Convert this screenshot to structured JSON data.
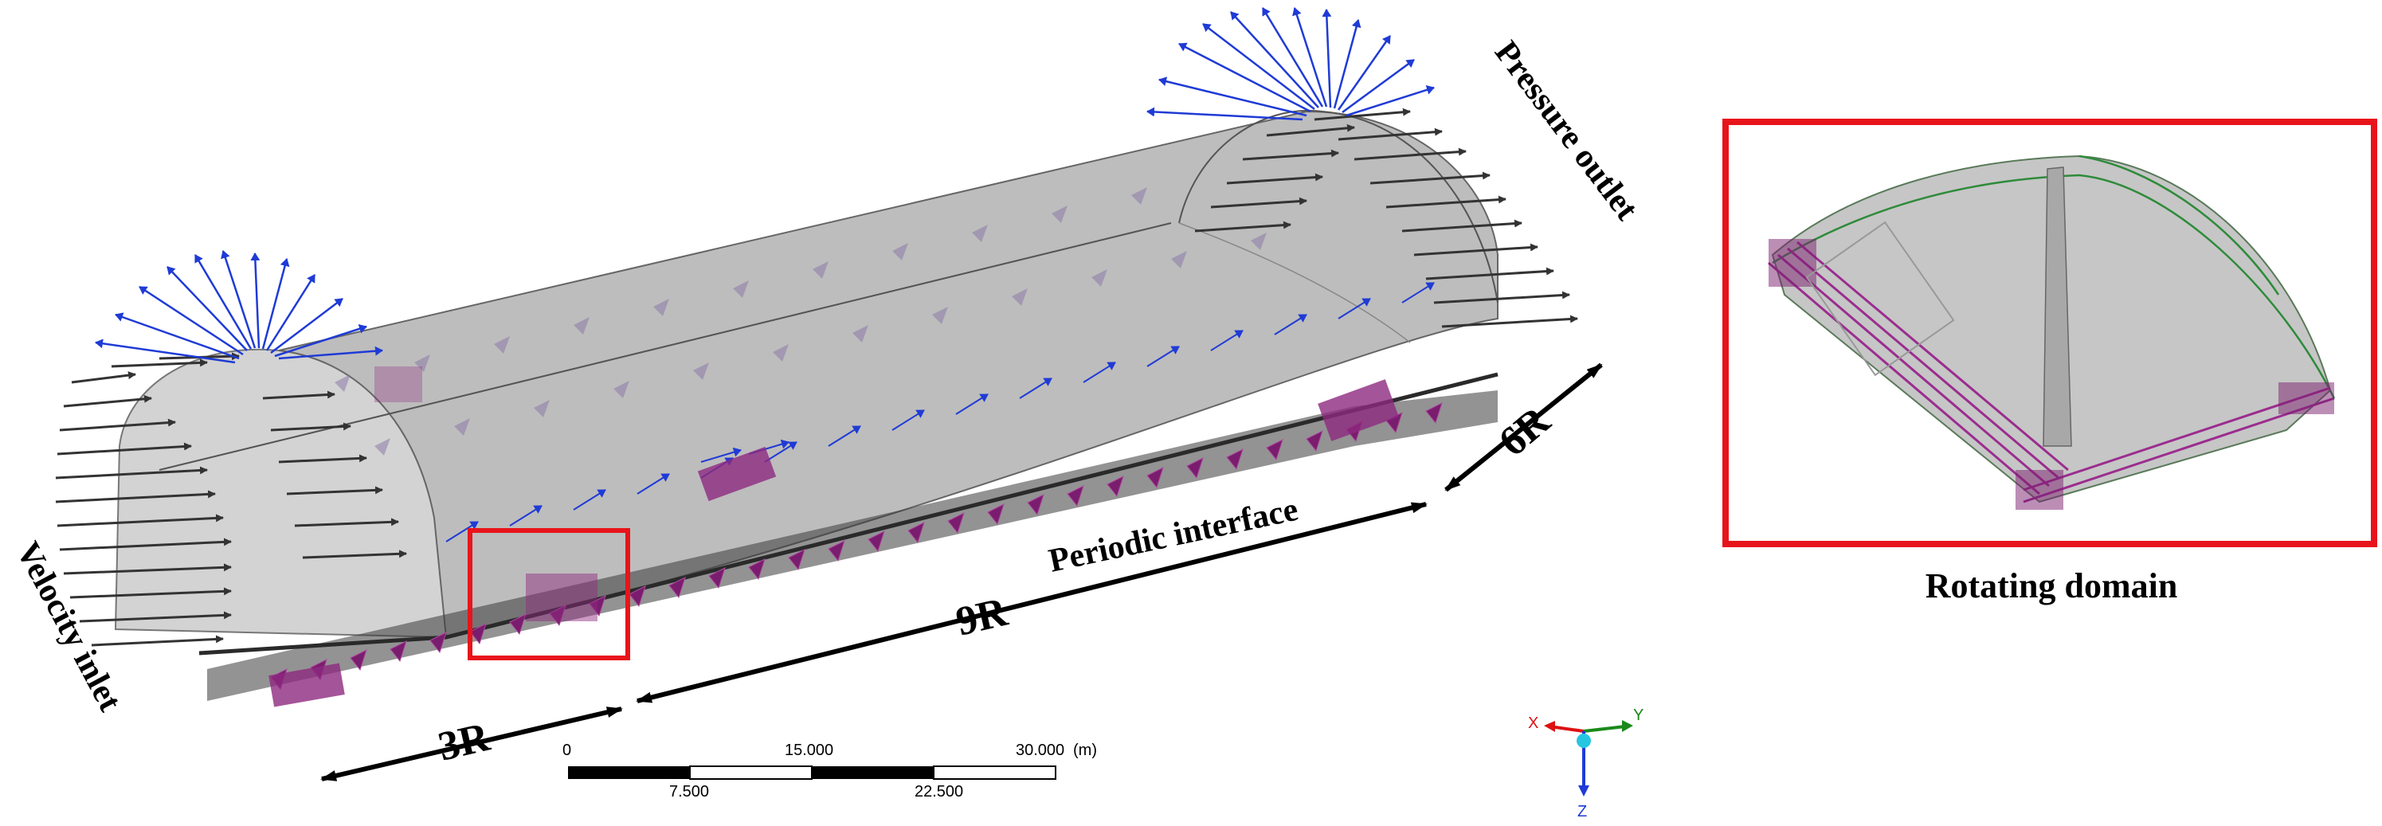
{
  "labels": {
    "velocity_inlet": "Velocity inlet",
    "pressure_outlet": "Pressure outlet",
    "periodic_interface": "Periodic interface",
    "dim_3r": "3R",
    "dim_9r": "9R",
    "dim_6r": "6R",
    "rotating_domain": "Rotating domain"
  },
  "scale_bar": {
    "top_ticks": [
      "0",
      "15.000",
      "30.000"
    ],
    "unit": "(m)",
    "bottom_ticks": [
      "7.500",
      "22.500"
    ]
  },
  "triad": {
    "x": "X",
    "y": "Y",
    "z": "Z"
  },
  "colors": {
    "domain_fill": "#b9b9b9",
    "arrow_black": "#3a3a3a",
    "arrow_blue": "#1f3bd6",
    "arrow_magenta": "#8a1f7a",
    "highlight_box": "#e8141b",
    "mesh_green": "#2e8b3a"
  }
}
